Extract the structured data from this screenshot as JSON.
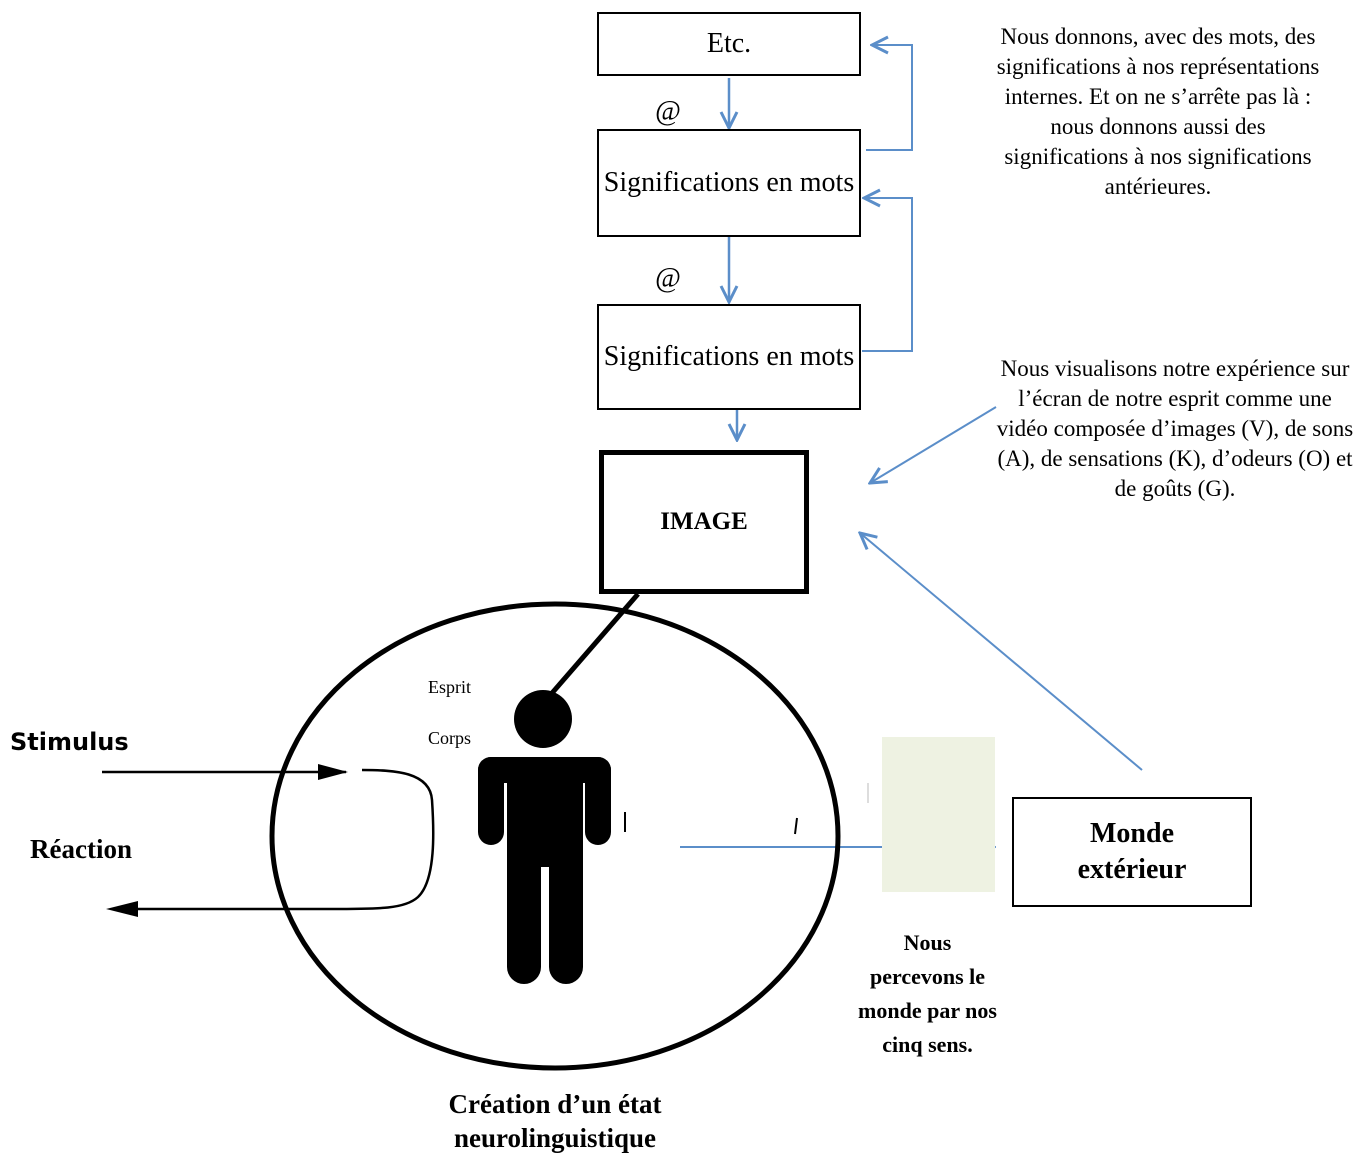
{
  "boxes": {
    "etc": "Etc.",
    "meanings_1": "Significations en mots",
    "meanings_2": "Significations en mots",
    "image": "IMAGE",
    "world": "Monde extérieur"
  },
  "markers": {
    "at_1": "@",
    "at_2": "@"
  },
  "notes": {
    "meanings": "Nous donnons, avec des mots, des significations à nos représentations internes. Et on ne s’arrête pas là : nous donnons aussi des significations à nos significations antérieures.",
    "visualise": "Nous visualisons notre expérience sur l’écran de notre esprit comme une vidéo composée d’images (V), de sons (A), de sensations (K), d’odeurs (O) et de goûts (G).",
    "perceive": "Nous percevons le monde par nos cinq sens."
  },
  "labels": {
    "esprit": "Esprit",
    "corps": "Corps",
    "stimulus": "Stimulus",
    "reaction": "Réaction",
    "state": "Création d’un état neurolinguistique"
  },
  "colors": {
    "arrow_blue": "#5b8ec9",
    "perception_panel": "#eef2e2"
  }
}
